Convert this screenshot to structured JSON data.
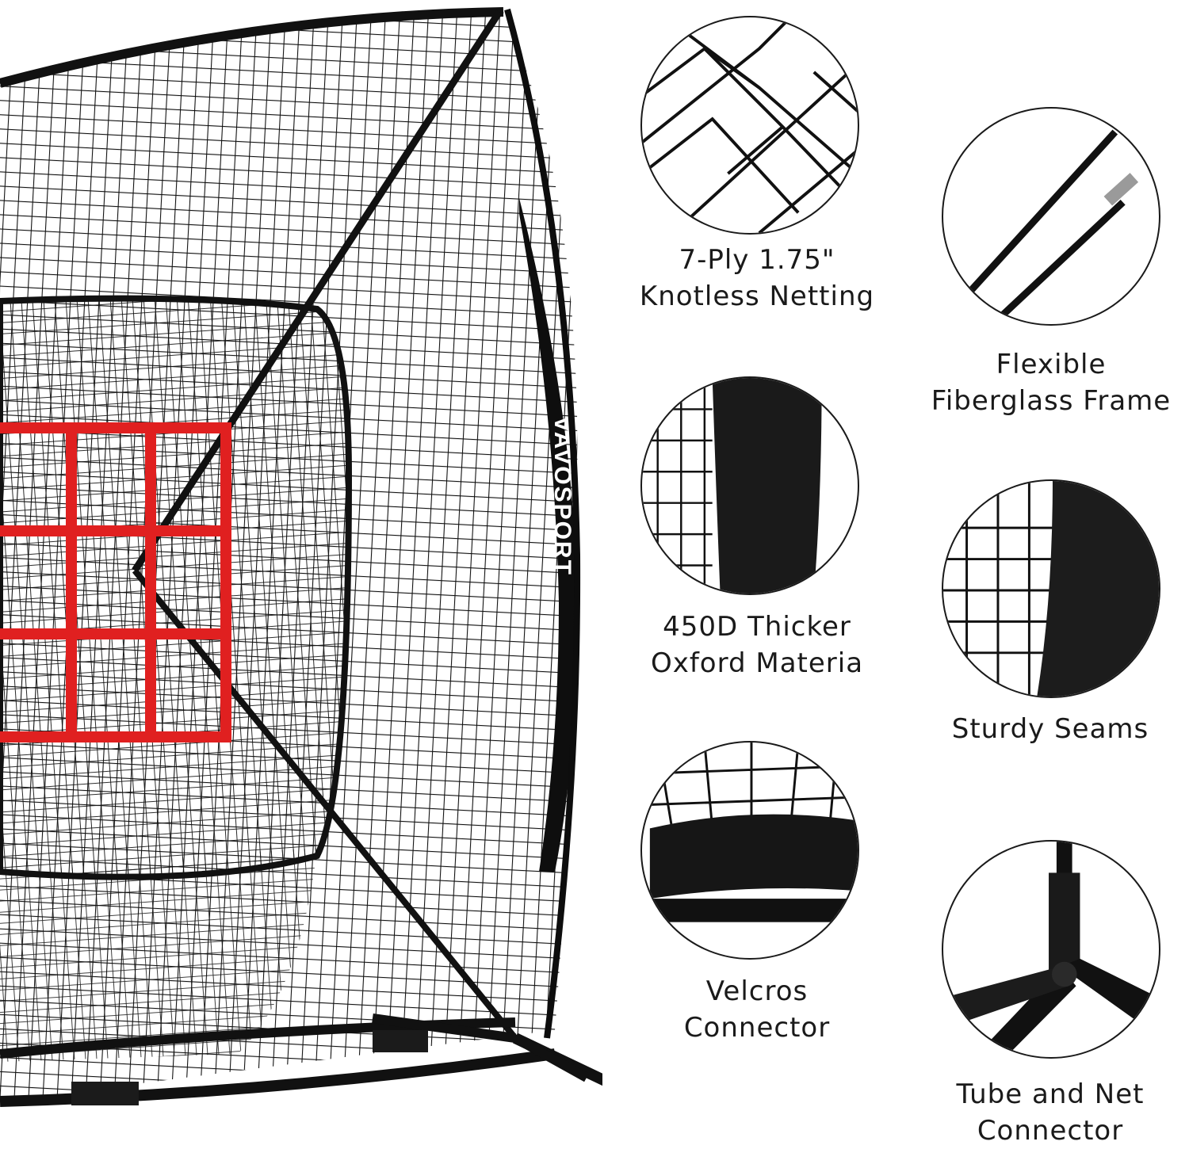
{
  "product": {
    "brand": "VAVOSPORT",
    "colors": {
      "net": "#111111",
      "target": "#e02020",
      "frame": "#0d0d0d",
      "background": "#ffffff"
    }
  },
  "features": [
    {
      "label": "7-Ply 1.75\"\nKnotless Netting",
      "icon": "netting-closeup-icon"
    },
    {
      "label": "Flexible\nFiberglass Frame",
      "icon": "fiberglass-pole-icon"
    },
    {
      "label": "450D Thicker\nOxford Materia",
      "icon": "oxford-sleeve-icon"
    },
    {
      "label": "Sturdy Seams",
      "icon": "seam-closeup-icon"
    },
    {
      "label": "Velcros\nConnector",
      "icon": "velcro-strap-icon"
    },
    {
      "label": "Tube and Net\nConnector",
      "icon": "tube-connector-icon"
    }
  ]
}
